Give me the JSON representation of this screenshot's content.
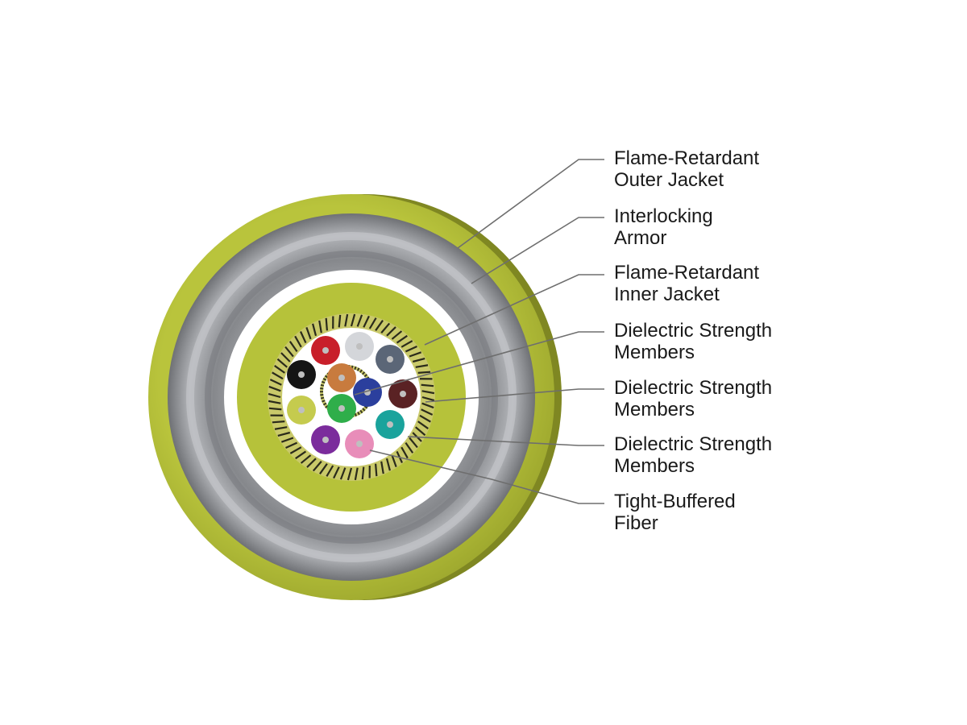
{
  "labels": [
    {
      "id": "outer-jacket",
      "lines": [
        "Flame-Retardant",
        "Outer Jacket"
      ]
    },
    {
      "id": "interlocking-armor",
      "lines": [
        "Interlocking",
        "Armor"
      ]
    },
    {
      "id": "inner-jacket",
      "lines": [
        "Flame-Retardant",
        "Inner Jacket"
      ]
    },
    {
      "id": "strength-members-1",
      "lines": [
        "Dielectric Strength",
        "Members"
      ]
    },
    {
      "id": "strength-members-2",
      "lines": [
        "Dielectric Strength",
        "Members"
      ]
    },
    {
      "id": "strength-members-3",
      "lines": [
        "Dielectric Strength",
        "Members"
      ]
    },
    {
      "id": "tight-buffered-fiber",
      "lines": [
        "Tight-Buffered",
        "Fiber"
      ]
    }
  ],
  "colors": {
    "jacket": "#b6c23a",
    "jacket_shadow": "#8e9826",
    "armor": "#8e9094",
    "armor_light": "#b5b7bb",
    "yarn_dark": "#2a2a1a",
    "yarn_light": "#c9c96a",
    "fiber_core": "#bfbfbf"
  },
  "fibers": [
    {
      "name": "red",
      "color": "#c81f2a"
    },
    {
      "name": "white",
      "color": "#d4d6da"
    },
    {
      "name": "slate",
      "color": "#5b6677"
    },
    {
      "name": "brown",
      "color": "#5a2224"
    },
    {
      "name": "aqua",
      "color": "#1aa39c"
    },
    {
      "name": "rose",
      "color": "#e88db9"
    },
    {
      "name": "violet",
      "color": "#7b2c9c"
    },
    {
      "name": "yellow",
      "color": "#c5cb4e"
    },
    {
      "name": "black",
      "color": "#151515"
    },
    {
      "name": "orange",
      "color": "#c87b3e"
    },
    {
      "name": "blue",
      "color": "#2b3f9d"
    },
    {
      "name": "green",
      "color": "#2fae4a"
    }
  ]
}
